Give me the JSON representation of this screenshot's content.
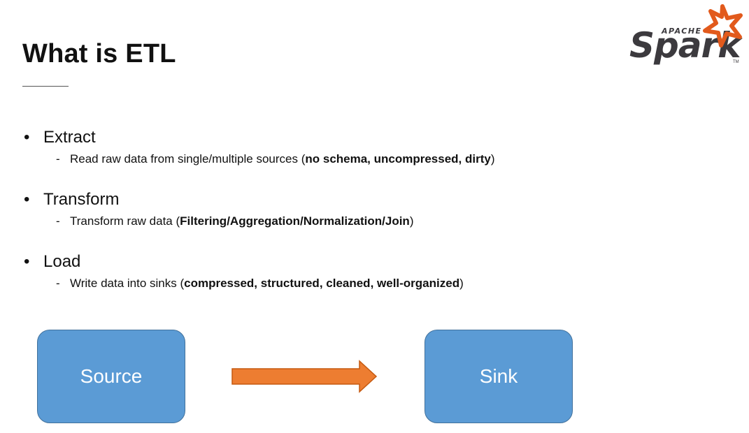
{
  "slide": {
    "title": "What is ETL"
  },
  "logo": {
    "top_text": "APACHE",
    "word": "Spark",
    "tm": "TM"
  },
  "bullets": [
    {
      "label": "Extract",
      "sub_prefix": "Read raw data from single/multiple sources (",
      "sub_bold": "no schema, uncompressed, dirty",
      "sub_suffix": ")"
    },
    {
      "label": "Transform",
      "sub_prefix": "Transform raw data (",
      "sub_bold": "Filtering/Aggregation/Normalization/Join",
      "sub_suffix": ")"
    },
    {
      "label": "Load",
      "sub_prefix": "Write data into sinks (",
      "sub_bold": "compressed, structured, cleaned, well-organized",
      "sub_suffix": ")"
    }
  ],
  "diagram": {
    "source_label": "Source",
    "sink_label": "Sink",
    "box_color": "#5b9bd5",
    "box_border": "#41719c",
    "arrow_color": "#ed7d31",
    "arrow_border": "#c55a11"
  }
}
